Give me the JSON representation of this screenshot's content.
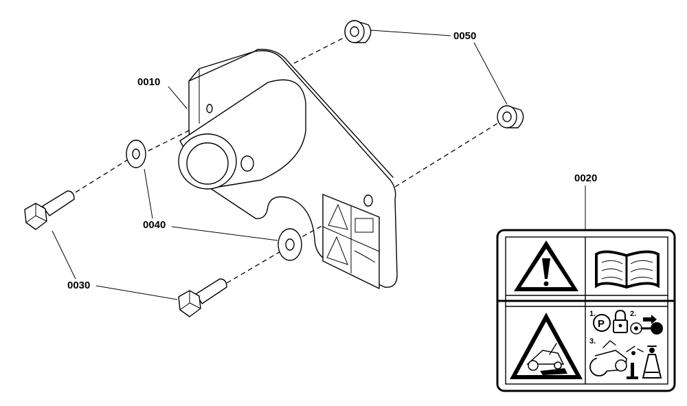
{
  "parts": {
    "p0010": "0010",
    "p0020": "0020",
    "p0030": "0030",
    "p0040": "0040",
    "p0050": "0050"
  },
  "decal": {
    "step1": "1.",
    "step2": "2.",
    "step3": "3.",
    "park_symbol": "P"
  },
  "icons": [
    "warning-triangle-icon",
    "manual-book-icon",
    "crush-hazard-icon",
    "parking-brake-icon",
    "lock-icon",
    "remove-key-icon",
    "mower-service-icon",
    "jack-stand-icon"
  ],
  "colors": {
    "line": "#000000",
    "background": "#ffffff"
  }
}
